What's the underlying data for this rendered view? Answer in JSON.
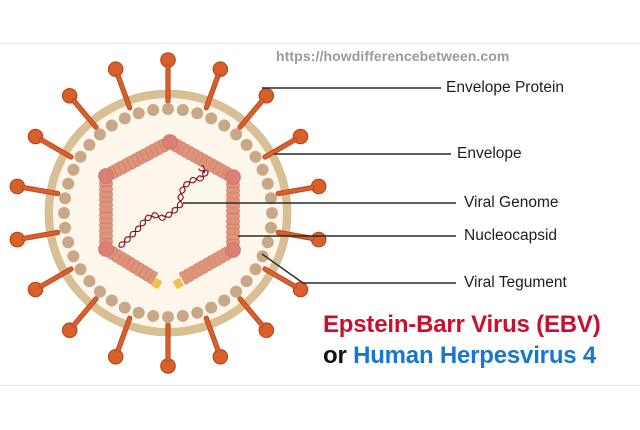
{
  "watermark": {
    "url": "https://howdifferencebetween.com"
  },
  "labels": {
    "envelope_protein": "Envelope Protein",
    "envelope": "Envelope",
    "viral_genome": "Viral Genome",
    "nucleocapsid": "Nucleocapsid",
    "viral_tegument": "Viral Tegument"
  },
  "title": {
    "line1": "Epstein-Barr Virus (EBV)",
    "line2_prefix": "or",
    "line2_highlight": "Human Herpesvirus 4"
  },
  "colors": {
    "spike_fill": "#d9602a",
    "spike_stroke": "#b54a1d",
    "envelope": "#d9bf94",
    "envelope_inner": "#fdf6ea",
    "tegument_dots": "#c9a888",
    "capsid_segment": "#e0957a",
    "capsid_vertex": "#d97f73",
    "capsid_gap_end": "#f2c04c",
    "genome": "#b0142c",
    "title_red": "#c8102e",
    "title_blue": "#1777d0",
    "leader_line": "#2a2a2a"
  }
}
